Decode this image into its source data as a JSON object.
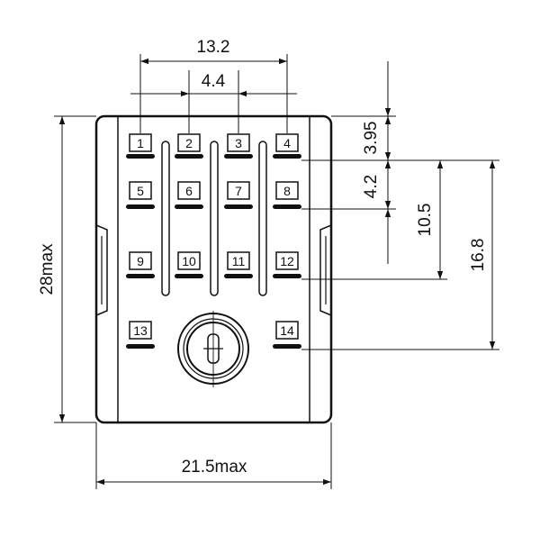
{
  "dimensions": {
    "top_width": "13.2",
    "pin_pitch": "4.4",
    "overall_width": "21.5max",
    "overall_height": "28max",
    "top_offset": "3.95",
    "row_pitch": "4.2",
    "row_span": "10.5",
    "bottom_row_offset": "16.8"
  },
  "pins": {
    "row1": [
      "1",
      "2",
      "3",
      "4"
    ],
    "row2": [
      "5",
      "6",
      "7",
      "8"
    ],
    "row3": [
      "9",
      "10",
      "11",
      "12"
    ],
    "row4": [
      "13",
      "14"
    ]
  }
}
